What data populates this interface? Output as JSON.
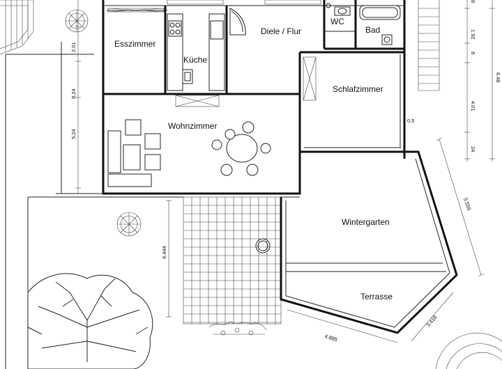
{
  "rooms": {
    "esszimmer": "Esszimmer",
    "kueche": "Küche",
    "diele": "Diele / Flur",
    "wc": "WC",
    "bad": "Bad",
    "schlafzimmer": "Schlafzimmer",
    "wohnzimmer": "Wohnzimmer",
    "wintergarten": "Wintergarten",
    "terrasse": "Terrasse"
  },
  "dimensions": {
    "left_top": "2.01",
    "left_mid": "8.24",
    "left_low": "5.24",
    "left_yard": "4.444",
    "right_1": "1.92",
    "right_2": "8",
    "right_3": "6.48",
    "right_4": "4.01",
    "right_5": "24",
    "right_top": "8",
    "small_05": "0.5",
    "diag_1": "5.555",
    "diag_2": "3.418",
    "bottom": "4.885"
  }
}
